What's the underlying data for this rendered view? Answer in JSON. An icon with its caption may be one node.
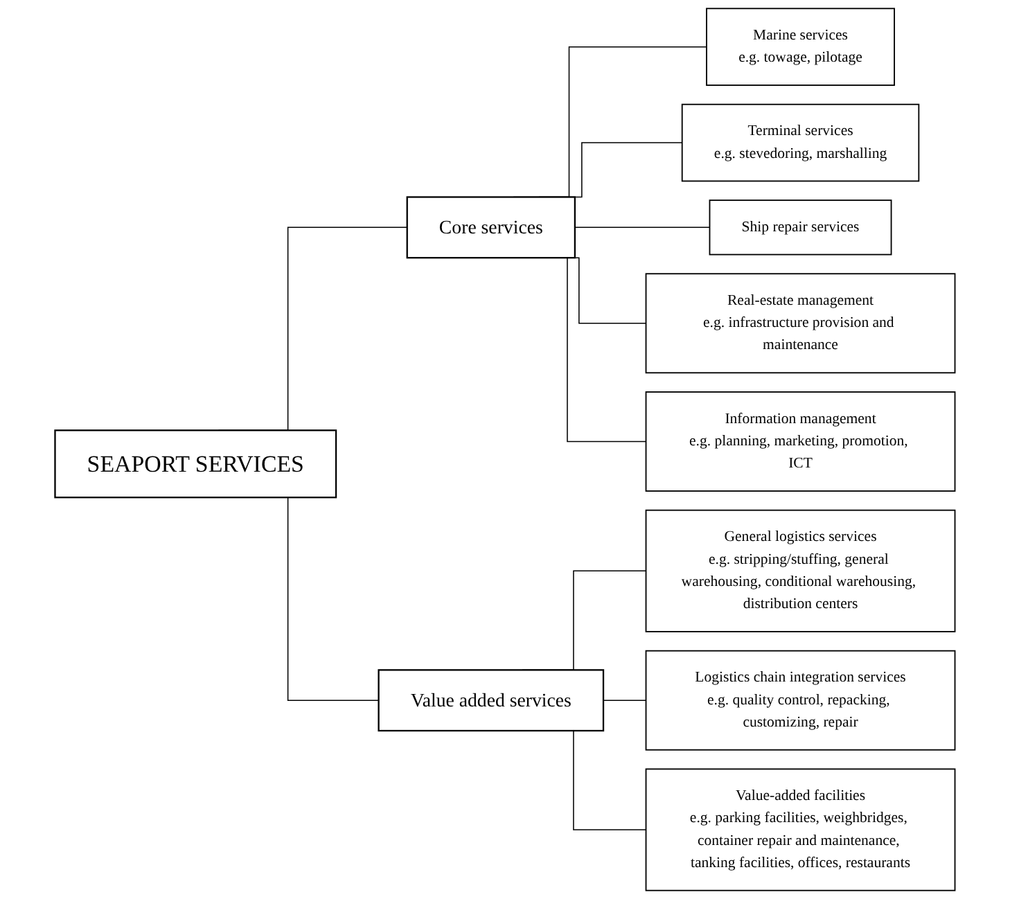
{
  "diagram": {
    "nodes": [
      {
        "text": [
          "SEAPORT SERVICES"
        ]
      },
      {
        "text": [
          "Core services"
        ]
      },
      {
        "text": [
          "Value added services"
        ]
      },
      {
        "text": [
          "Marine services",
          "e.g. towage, pilotage"
        ]
      },
      {
        "text": [
          "Terminal services",
          "e.g. stevedoring, marshalling"
        ]
      },
      {
        "text": [
          "Ship repair services"
        ]
      },
      {
        "text": [
          "Real-estate management",
          "e.g. infrastructure provision and maintenance"
        ]
      },
      {
        "text": [
          "Information management",
          "e.g. planning, marketing, promotion, ICT"
        ]
      },
      {
        "text": [
          "General logistics services",
          "e.g. stripping/stuffing, general warehousing, conditional warehousing, distribution centers"
        ]
      },
      {
        "text": [
          "Logistics chain integration services",
          "e.g. quality control, repacking, customizing, repair"
        ]
      },
      {
        "text": [
          "Value-added facilities",
          "e.g. parking facilities, weighbridges, container repair and maintenance, tanking facilities, offices, restaurants"
        ]
      }
    ],
    "edges": [
      {
        "from": 0,
        "to": 1,
        "arrow": "none"
      },
      {
        "from": 0,
        "to": 2,
        "arrow": "none"
      },
      {
        "from": 1,
        "to": 3,
        "arrow": "none"
      },
      {
        "from": 1,
        "to": 4,
        "arrow": "none"
      },
      {
        "from": 1,
        "to": 5,
        "arrow": "none"
      },
      {
        "from": 1,
        "to": 6,
        "arrow": "none"
      },
      {
        "from": 1,
        "to": 7,
        "arrow": "none"
      },
      {
        "from": 2,
        "to": 8,
        "arrow": "none"
      },
      {
        "from": 2,
        "to": 9,
        "arrow": "none"
      },
      {
        "from": 2,
        "to": 10,
        "arrow": "none"
      }
    ]
  }
}
